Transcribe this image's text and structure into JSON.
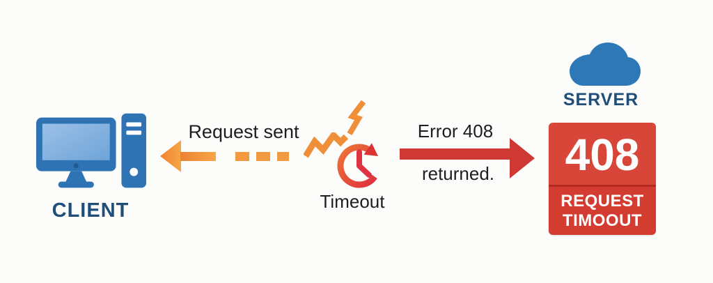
{
  "client": {
    "label": "CLIENT",
    "icon": "desktop-computer-icon"
  },
  "request": {
    "label": "Request sent",
    "arrow_direction": "left",
    "arrow_style": "solid-head-with-dashes"
  },
  "timeout": {
    "label": "Timeout",
    "icon": "timeout-clock-icon",
    "break_icon": "lightning-bolt-icon"
  },
  "error": {
    "line1": "Error 408",
    "line2": "returned.",
    "arrow_direction": "right"
  },
  "server": {
    "label": "SERVER",
    "icon": "cloud-icon"
  },
  "badge": {
    "code": "408",
    "line1": "REQUEST",
    "line2": "TIMOOUT"
  },
  "colors": {
    "background": "#fcfcfb",
    "text_dark": "#1e1e20",
    "label_blue": "#1f4e79",
    "icon_blue": "#2e74b5",
    "cloud_blue": "#2e78b8",
    "accent_orange": "#ef8f3a",
    "accent_red": "#ce3a33",
    "badge_top": "#d8463a",
    "badge_bottom": "#d33c31"
  }
}
